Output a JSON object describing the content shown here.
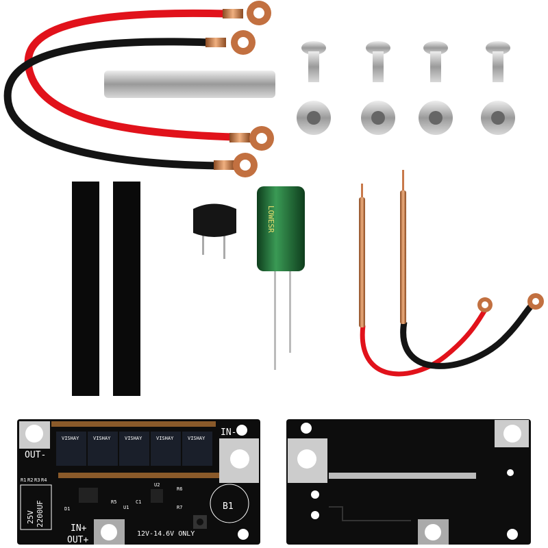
{
  "pcb_left": {
    "out_minus": "OUT-",
    "in_minus": "IN-",
    "in_plus": "IN+",
    "out_plus": "OUT+",
    "buzzer": "B1",
    "voltage_note": "12V-14.6V ONLY",
    "cap_voltage": "25V",
    "cap_value": "2200UF",
    "resistors": [
      "R1",
      "R2",
      "R3",
      "R4"
    ],
    "d1": "D1",
    "u1": "U1",
    "u2": "U2",
    "c1": "C1",
    "r5": "R5",
    "r6": "R6",
    "r7": "R7",
    "mosfet_label": "VISHAY"
  },
  "capacitor_print": "LOWESR",
  "colors": {
    "red_wire": "#e1121b",
    "black_wire": "#141414",
    "copper": "#c8794a",
    "pcb": "#0d0d0d",
    "cap_green": "#1f6b35"
  }
}
